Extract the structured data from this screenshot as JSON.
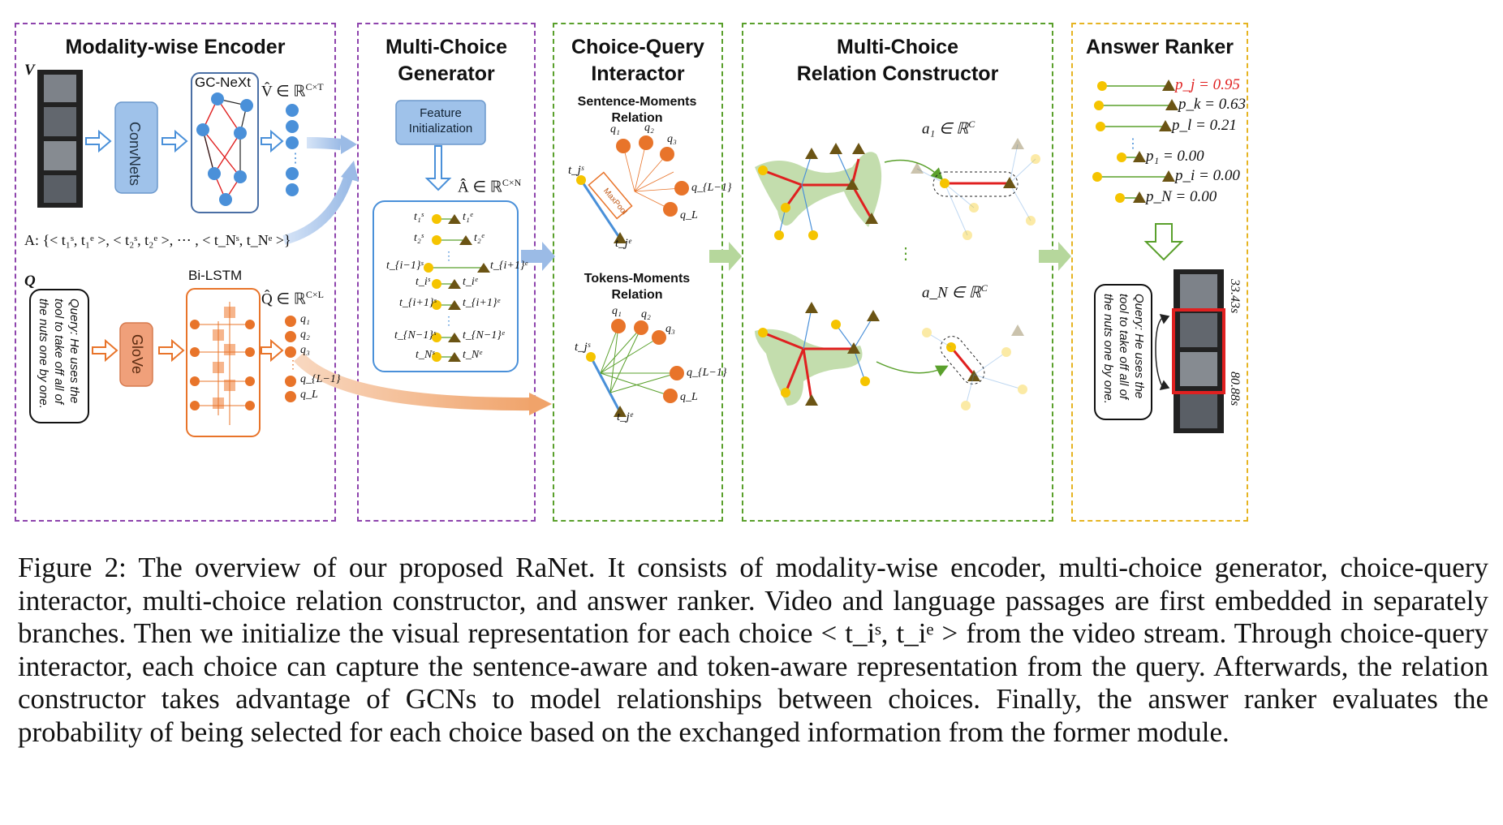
{
  "panels": {
    "encoder": {
      "title": "Modality-wise Encoder",
      "video_label": "V",
      "convnets_label": "ConvNets",
      "gcnext_label": "GC-NeXt",
      "v_hat_label": "V̂ ∈ ℝ",
      "v_hat_sup": "C×T",
      "a_label": "A: {< t₁ˢ, t₁ᵉ >, < t₂ˢ, t₂ᵉ >, ⋯ , < t_Nˢ, t_Nᵉ >}",
      "q_label": "Q",
      "query_text": "Query: He uses the\ntool to take off all of\nthe nuts one by one.",
      "glove_label": "GloVe",
      "bilstm_label": "Bi-LSTM",
      "q_hat_label": "Q̂ ∈ ℝ",
      "q_hat_sup": "C×L",
      "q_tokens": [
        "q₁",
        "q₂",
        "q₃",
        "⋮",
        "q_{L−1}",
        "q_L"
      ]
    },
    "generator": {
      "title": "Multi-Choice\nGenerator",
      "feature_init_label": "Feature\nInitialization",
      "a_hat_label": "Â ∈ ℝ",
      "a_hat_sup": "C×N",
      "choices_start": [
        "t₁ˢ",
        "t₂ˢ",
        "⋮",
        "t_{i−1}ˢ",
        "t_iˢ",
        "t_{i+1}ˢ",
        "⋮",
        "t_{N−1}ˢ",
        "t_Nˢ"
      ],
      "choices_end": [
        "t₁ᵉ",
        "t₂ᵉ",
        "",
        "t_{i+1}ᵉ",
        "t_iᵉ",
        "t_{i+1}ᵉ",
        "",
        "t_{N−1}ᵉ",
        "t_Nᵉ"
      ]
    },
    "interactor": {
      "title": "Choice-Query\nInteractor",
      "sentence_label": "Sentence-Moments\nRelation",
      "maxpool_label": "MaxPool",
      "tokens_label": "Tokens-Moments\nRelation",
      "q_nodes": [
        "q₁",
        "q₂",
        "q₃",
        "⋮",
        "q_{L−1}",
        "q_L"
      ],
      "tj_s": "t_jˢ",
      "tj_e": "t_jᵉ"
    },
    "relation": {
      "title": "Multi-Choice\nRelation Constructor",
      "a1_label": "a₁ ∈ ℝ",
      "a1_sup": "C",
      "aN_label": "a_N ∈ ℝ",
      "aN_sup": "C",
      "dots": "⋮"
    },
    "ranker": {
      "title": "Answer Ranker",
      "probs": [
        {
          "label": "p_j = 0.95",
          "highlight": true
        },
        {
          "label": "p_k = 0.63",
          "highlight": false
        },
        {
          "label": "p_l = 0.21",
          "highlight": false
        },
        {
          "label": "⋮",
          "highlight": false
        },
        {
          "label": "p₁ = 0.00",
          "highlight": false
        },
        {
          "label": "p_i = 0.00",
          "highlight": false
        },
        {
          "label": "p_N = 0.00",
          "highlight": false
        }
      ],
      "query_text": "Query: He uses the\ntool to take off all of\nthe nuts one by one.",
      "time_start": "33.43s",
      "time_end": "80.88s"
    }
  },
  "caption": "Figure 2: The overview of our proposed RaNet. It consists of modality-wise encoder, multi-choice generator, choice-query interactor, multi-choice relation constructor, and answer ranker. Video and language passages are first embedded in separately branches. Then we initialize the visual representation for each choice < t_iˢ, t_iᵉ > from the video stream. Through choice-query interactor, each choice can capture the sentence-aware and token-aware representation from the query. Afterwards, the relation constructor takes advantage of GCNs to model relationships between choices. Finally, the answer ranker evaluates the probability of being selected for each choice based on the exchanged information from the former module.",
  "colors": {
    "encoder_border": "#8e44ad",
    "generator_border": "#8e44ad",
    "interactor_border": "#5aa02c",
    "relation_border": "#5aa02c",
    "ranker_border": "#e6b422",
    "blue_node": "#4a90d9",
    "orange_node": "#e8742a",
    "yellow_node": "#f5c400",
    "triangle": "#6b5414",
    "red_edge": "#e02020",
    "highlight_prob": "#e02020"
  }
}
